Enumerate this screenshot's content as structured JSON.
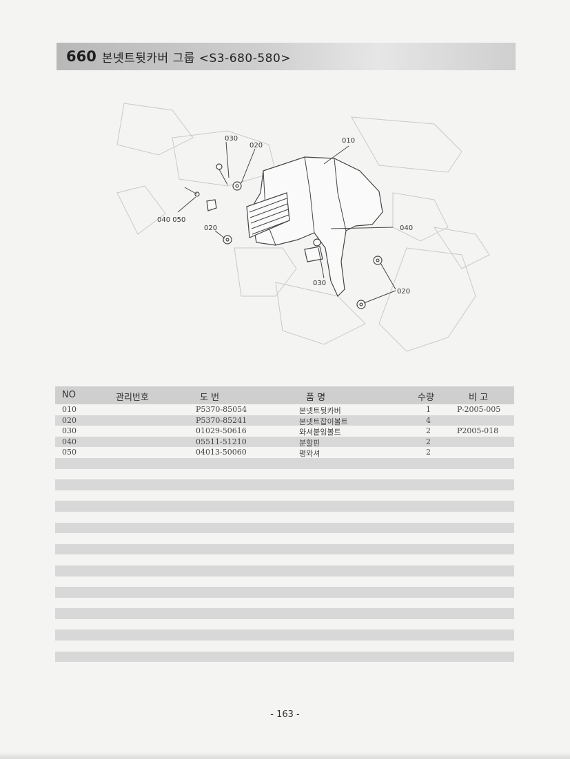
{
  "header": {
    "group_no": "660",
    "group_title": "본넷트뒷카버 그룹 <S3-680-580>"
  },
  "diagram": {
    "callouts": {
      "c030_top": "030",
      "c020_top": "020",
      "c010": "010",
      "c040_050": "040 050",
      "c020_left": "020",
      "c040_right": "040",
      "c030_bottom": "030",
      "c020_right": "020"
    }
  },
  "table": {
    "headers": {
      "no": "NO",
      "mgmt": "관리번호",
      "drawing": "도    번",
      "name": "품    명",
      "qty": "수량",
      "note": "비 고"
    },
    "rows": [
      {
        "no": "010",
        "mgmt": "",
        "drawing": "P5370-85054",
        "name": "본넷트뒷카버",
        "qty": "1",
        "note": "P-2005-005"
      },
      {
        "no": "020",
        "mgmt": "",
        "drawing": "P5370-85241",
        "name": "본넷트잡이볼트",
        "qty": "4",
        "note": ""
      },
      {
        "no": "030",
        "mgmt": "",
        "drawing": "01029-50616",
        "name": "와셔붙임볼트",
        "qty": "2",
        "note": "P2005-018"
      },
      {
        "no": "040",
        "mgmt": "",
        "drawing": "05511-51210",
        "name": "분할핀",
        "qty": "2",
        "note": ""
      },
      {
        "no": "050",
        "mgmt": "",
        "drawing": "04013-50060",
        "name": "평와셔",
        "qty": "2",
        "note": ""
      }
    ]
  },
  "footer": {
    "page_number": "- 163 -"
  }
}
